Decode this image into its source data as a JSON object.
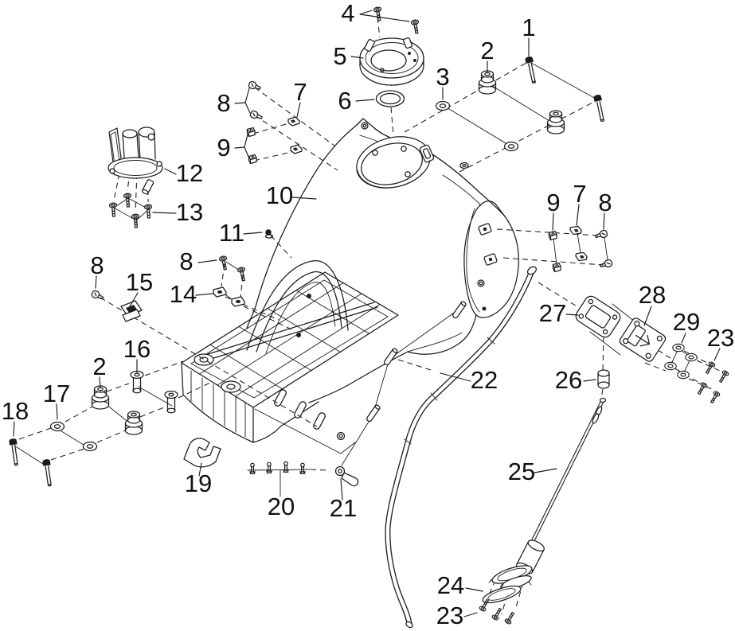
{
  "diagram": {
    "background_color": "#ffffff",
    "line_color": "#1c1c1c",
    "label_color": "#111111",
    "callouts": [
      {
        "id": "callout-4",
        "label": "4"
      },
      {
        "id": "callout-5",
        "label": "5"
      },
      {
        "id": "callout-6",
        "label": "6"
      },
      {
        "id": "callout-1",
        "label": "1"
      },
      {
        "id": "callout-2-top",
        "label": "2"
      },
      {
        "id": "callout-3",
        "label": "3"
      },
      {
        "id": "callout-8-left",
        "label": "8"
      },
      {
        "id": "callout-7-left",
        "label": "7"
      },
      {
        "id": "callout-9-left",
        "label": "9"
      },
      {
        "id": "callout-12",
        "label": "12"
      },
      {
        "id": "callout-13",
        "label": "13"
      },
      {
        "id": "callout-10",
        "label": "10"
      },
      {
        "id": "callout-11",
        "label": "11"
      },
      {
        "id": "callout-8-lower-left",
        "label": "8"
      },
      {
        "id": "callout-15",
        "label": "15"
      },
      {
        "id": "callout-8-mid",
        "label": "8"
      },
      {
        "id": "callout-14",
        "label": "14"
      },
      {
        "id": "callout-16",
        "label": "16"
      },
      {
        "id": "callout-2-bottom",
        "label": "2"
      },
      {
        "id": "callout-17",
        "label": "17"
      },
      {
        "id": "callout-18",
        "label": "18"
      },
      {
        "id": "callout-19",
        "label": "19"
      },
      {
        "id": "callout-20",
        "label": "20"
      },
      {
        "id": "callout-21",
        "label": "21"
      },
      {
        "id": "callout-22",
        "label": "22"
      },
      {
        "id": "callout-9-right",
        "label": "9"
      },
      {
        "id": "callout-7-right",
        "label": "7"
      },
      {
        "id": "callout-8-right",
        "label": "8"
      },
      {
        "id": "callout-27",
        "label": "27"
      },
      {
        "id": "callout-28",
        "label": "28"
      },
      {
        "id": "callout-29",
        "label": "29"
      },
      {
        "id": "callout-23-right",
        "label": "23"
      },
      {
        "id": "callout-26",
        "label": "26"
      },
      {
        "id": "callout-25",
        "label": "25"
      },
      {
        "id": "callout-24",
        "label": "24"
      },
      {
        "id": "callout-23-bottom",
        "label": "23"
      }
    ]
  }
}
